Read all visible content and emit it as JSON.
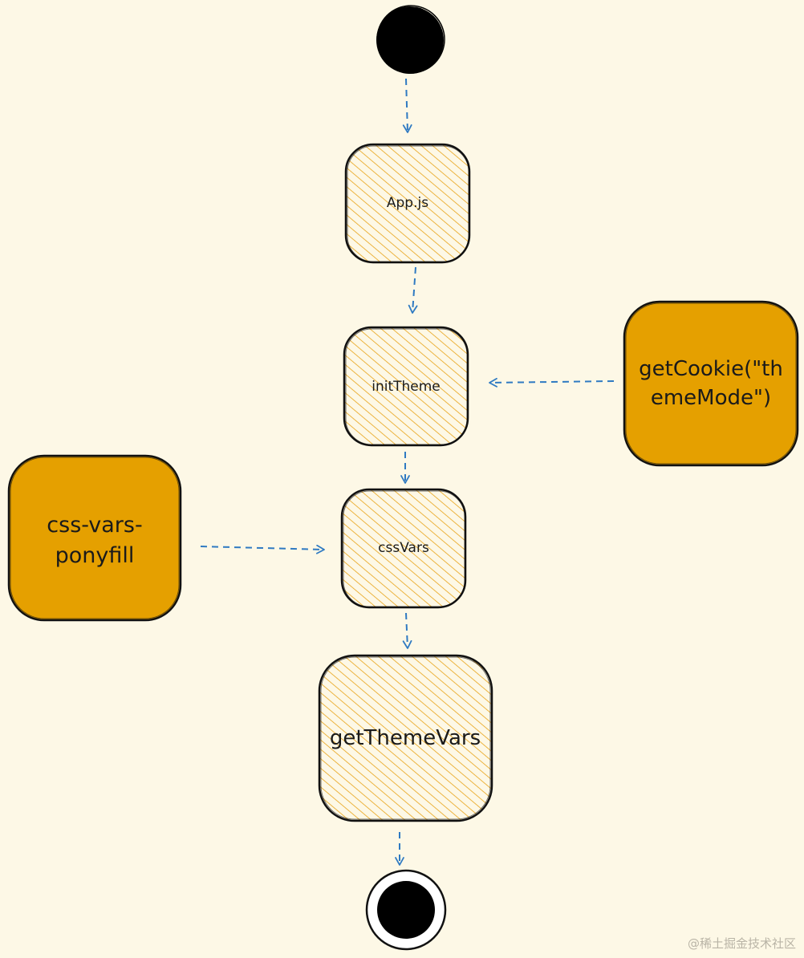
{
  "nodes": {
    "app": {
      "label": "App.js"
    },
    "init_theme": {
      "label": "initTheme"
    },
    "css_vars": {
      "label": "cssVars"
    },
    "get_theme_vars": {
      "label": "getThemeVars"
    },
    "get_cookie": {
      "label_line1": "getCookie(\"th",
      "label_line2": "emeMode\")"
    },
    "ponyfill": {
      "label_line1": "css-vars-",
      "label_line2": "ponyfill"
    }
  },
  "watermark": "@稀土掘金技术社区",
  "colors": {
    "background": "#fdf8e6",
    "node_fill_solid": "#e5a000",
    "node_hatch": "#e8a317",
    "stroke": "#111111",
    "arrow": "#2f7ac2"
  }
}
